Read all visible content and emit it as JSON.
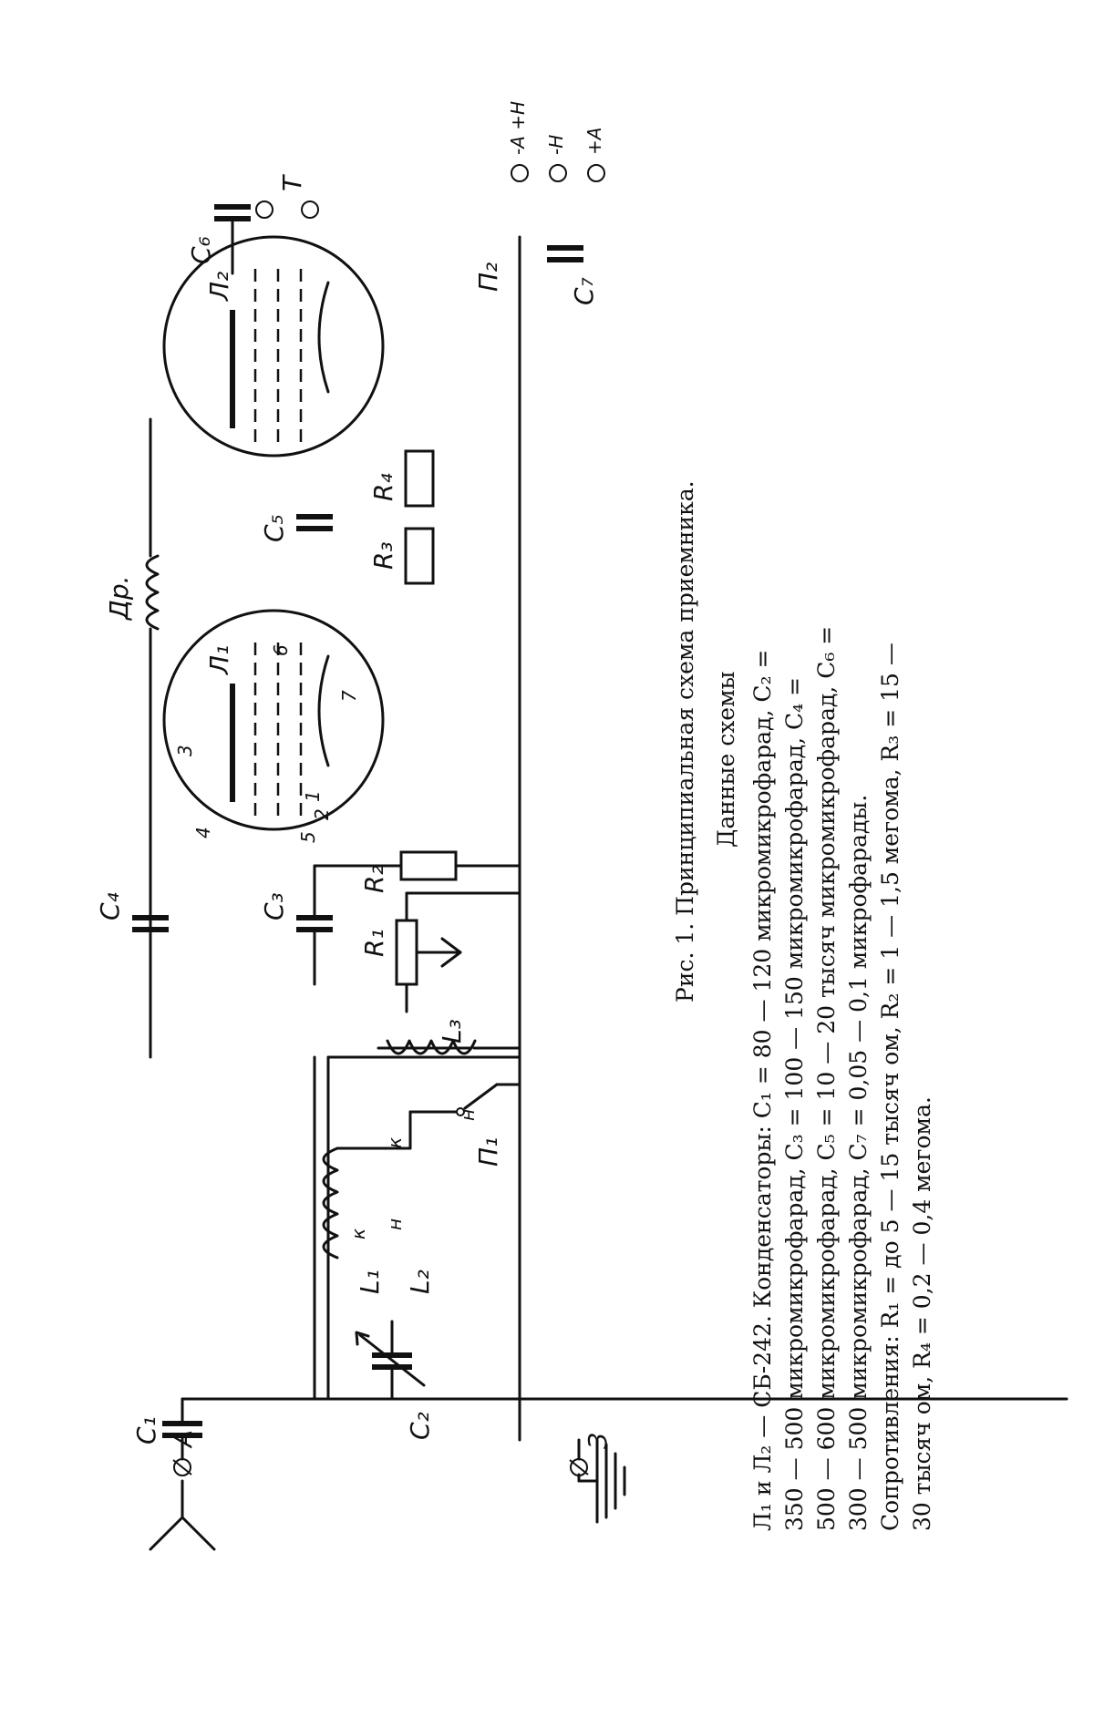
{
  "figure": {
    "caption": "Рис. 1. Принципиальная схема приемника.",
    "data_title": "Данные схемы",
    "data_lines": [
      "Л₁ и Л₂ — СБ-242. Конденсаторы: C₁ = 80 — 120 микромикрофарад, C₂ =",
      "350 — 500 микромикрофарад, C₃ = 100 — 150 микромикрофарад, C₄ =",
      "500 — 600 микромикрофарад, C₅ = 10 — 20 тысяч микромикрофарад, C₆ =",
      "300 — 500 микромикрофарад, C₇ = 0,05 — 0,1 микрофарады.",
      "Сопротивления: R₁ = до 5 — 15 тысяч ом, R₂ = 1 — 1,5 мегома, R₃ = 15 —",
      "30 тысяч ом, R₄ = 0,2 — 0,4 мегома."
    ]
  },
  "components": {
    "antenna": "A",
    "ground": "З",
    "c1": "C₁",
    "c2": "C₂",
    "c3": "C₃",
    "c4": "C₄",
    "c5": "C₅",
    "c6": "C₆",
    "c7": "C₇",
    "r1": "R₁",
    "r2": "R₂",
    "r3": "R₃",
    "r4": "R₄",
    "l1": "L₁",
    "l2": "L₂",
    "l3": "L₃",
    "tube1": "Л₁",
    "tube2": "Л₂",
    "switch1": "П₁",
    "switch2": "П₂",
    "choke": "Др.",
    "phones": "Т",
    "coil_n": "н",
    "coil_k": "к",
    "terminals": [
      "-A +H",
      "-H",
      "+A"
    ],
    "pins": [
      "1",
      "2",
      "3",
      "4",
      "5",
      "6",
      "7"
    ]
  }
}
